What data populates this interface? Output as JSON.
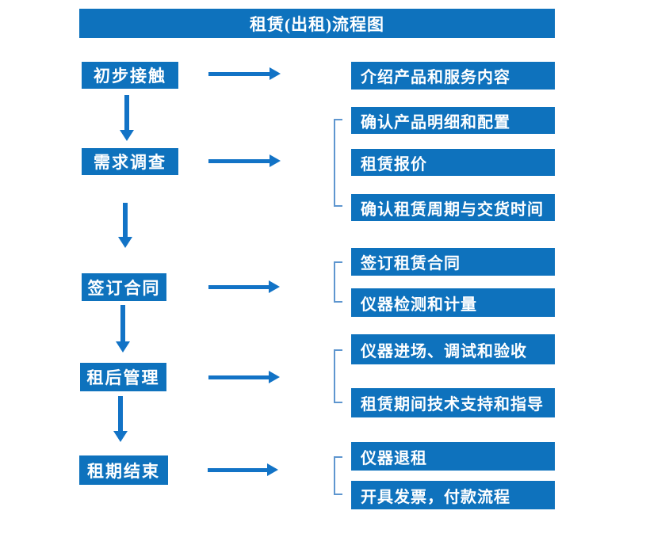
{
  "title": "租赁(出租)流程图",
  "colors": {
    "box_blue": "#0e72bd",
    "arrow_blue": "#1273c6",
    "bracket_blue": "#5e96cf",
    "text_white": "#ffffff",
    "page_bg": "#ffffff"
  },
  "stages": [
    {
      "label": "初步接触",
      "outputs": [
        "介绍产品和服务内容"
      ]
    },
    {
      "label": "需求调查",
      "outputs": [
        "确认产品明细和配置",
        "租赁报价",
        "确认租赁周期与交货时间"
      ]
    },
    {
      "label": "签订合同",
      "outputs": [
        "签订租赁合同",
        "仪器检测和计量"
      ]
    },
    {
      "label": "租后管理",
      "outputs": [
        "仪器进场、调试和验收",
        "租赁期间技术支持和指导"
      ]
    },
    {
      "label": "租期结束",
      "outputs": [
        "仪器退租",
        "开具发票，付款流程"
      ]
    }
  ]
}
